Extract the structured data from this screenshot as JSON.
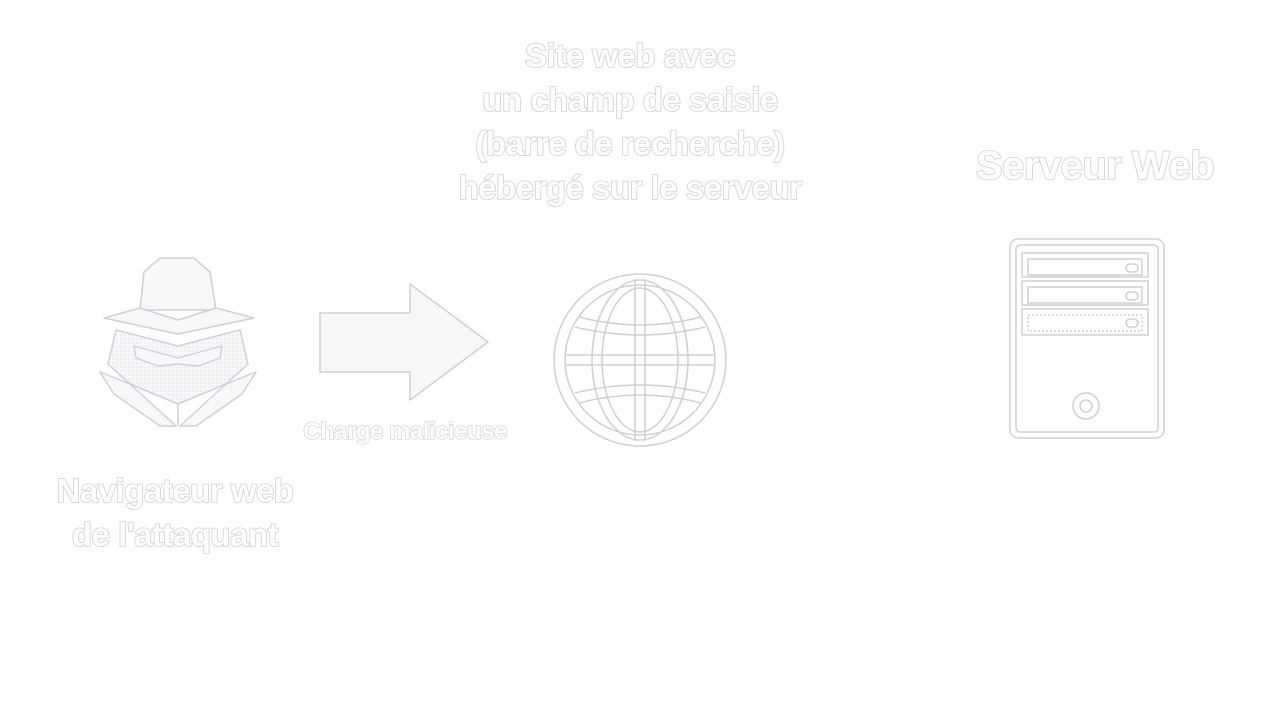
{
  "diagram": {
    "website_title": [
      "Site web avec",
      "un champ de saisie",
      "(barre de recherche)",
      "hébergé sur le serveur"
    ],
    "server_title": "Serveur Web",
    "attacker_title": [
      "Navigateur web",
      "de l'attaquant"
    ],
    "payload_label": "Charge malicieuse",
    "icons": {
      "attacker": "hacker-spy-icon",
      "arrow": "right-arrow-icon",
      "website": "globe-icon",
      "server": "server-tower-icon"
    },
    "colors": {
      "background": "#ffffff",
      "outline": "#cfcfd6",
      "fill": "#f8f8fb"
    }
  }
}
